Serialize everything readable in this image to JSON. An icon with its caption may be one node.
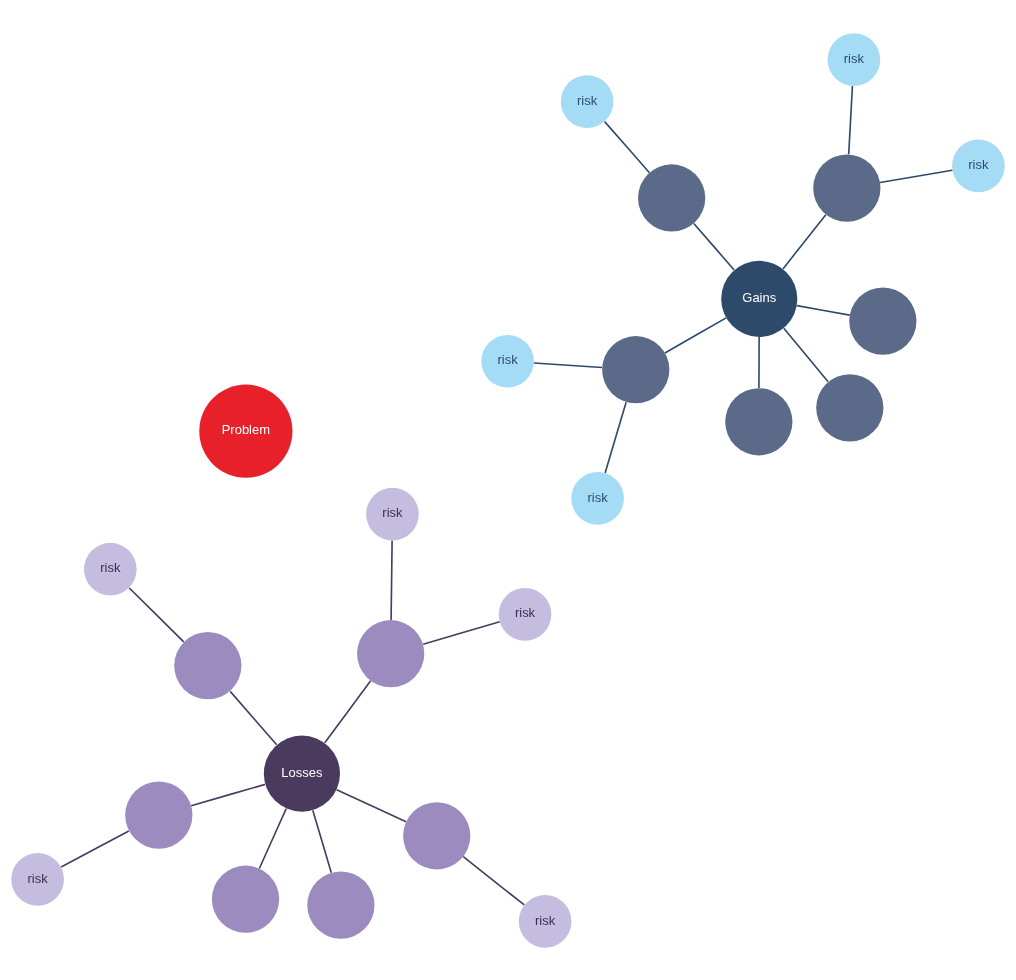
{
  "diagram": {
    "nodes": [
      {
        "text": [
          "risk"
        ]
      },
      {
        "text": [],
        "shape": "circle"
      },
      {
        "text": [],
        "shape": "circle"
      },
      {
        "text": [
          "risk"
        ]
      },
      {
        "text": [],
        "shape": "circle"
      },
      {
        "text": [],
        "shape": "circle"
      },
      {
        "text": [
          "Losses"
        ]
      },
      {
        "text": [
          "risk"
        ]
      },
      {
        "text": [],
        "shape": "circle"
      },
      {
        "text": [
          "risk"
        ]
      },
      {
        "text": [],
        "shape": "circle"
      },
      {
        "text": [
          "risk"
        ]
      },
      {
        "text": [
          "Problem"
        ]
      },
      {
        "text": [
          "risk"
        ]
      },
      {
        "text": [],
        "shape": "circle"
      },
      {
        "text": [],
        "shape": "circle"
      },
      {
        "text": [
          "risk"
        ]
      },
      {
        "text": [
          "Gains"
        ]
      },
      {
        "text": [],
        "shape": "circle"
      },
      {
        "text": [],
        "shape": "circle"
      },
      {
        "text": [
          "risk"
        ]
      },
      {
        "text": [],
        "shape": "circle"
      },
      {
        "text": [
          "risk"
        ]
      },
      {
        "text": [],
        "shape": "circle"
      },
      {
        "text": [
          "risk"
        ]
      }
    ],
    "edges": [
      {
        "from": 6,
        "to": 2,
        "arrow": "none"
      },
      {
        "from": 6,
        "to": 5,
        "arrow": "none"
      },
      {
        "from": 6,
        "to": 8,
        "arrow": "none"
      },
      {
        "from": 6,
        "to": 1,
        "arrow": "none"
      },
      {
        "from": 6,
        "to": 4,
        "arrow": "none"
      },
      {
        "from": 6,
        "to": 10,
        "arrow": "none"
      },
      {
        "from": 5,
        "to": 7,
        "arrow": "none"
      },
      {
        "from": 8,
        "to": 11,
        "arrow": "none"
      },
      {
        "from": 1,
        "to": 0,
        "arrow": "none"
      },
      {
        "from": 4,
        "to": 3,
        "arrow": "none"
      },
      {
        "from": 4,
        "to": 9,
        "arrow": "none"
      },
      {
        "from": 17,
        "to": 15,
        "arrow": "none"
      },
      {
        "from": 17,
        "to": 19,
        "arrow": "none"
      },
      {
        "from": 17,
        "to": 21,
        "arrow": "none"
      },
      {
        "from": 17,
        "to": 14,
        "arrow": "none"
      },
      {
        "from": 17,
        "to": 18,
        "arrow": "none"
      },
      {
        "from": 17,
        "to": 23,
        "arrow": "none"
      },
      {
        "from": 19,
        "to": 16,
        "arrow": "none"
      },
      {
        "from": 19,
        "to": 22,
        "arrow": "none"
      },
      {
        "from": 14,
        "to": 13,
        "arrow": "none"
      },
      {
        "from": 18,
        "to": 20,
        "arrow": "none"
      },
      {
        "from": 18,
        "to": 24,
        "arrow": "none"
      }
    ]
  }
}
